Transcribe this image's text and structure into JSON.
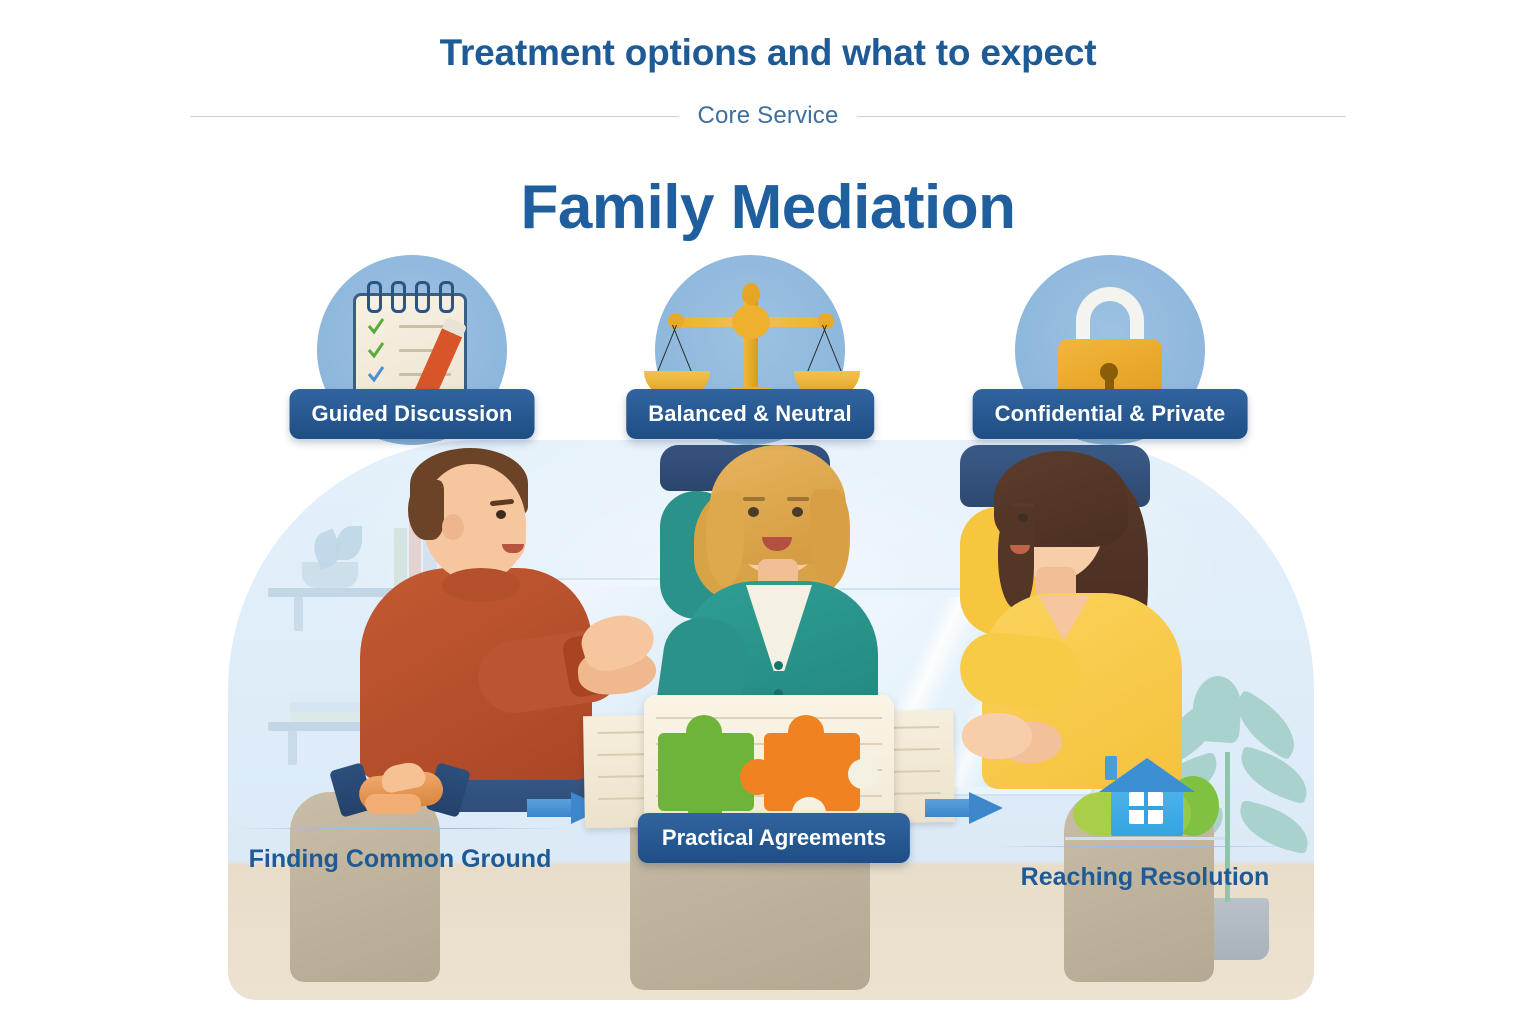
{
  "header": {
    "title": "Treatment options and what to expect",
    "subtitle": "Core Service"
  },
  "main": {
    "heading": "Family Mediation"
  },
  "features": [
    {
      "label": "Guided Discussion",
      "icon": "checklist-notepad-icon"
    },
    {
      "label": "Balanced & Neutral",
      "icon": "balance-scales-icon"
    },
    {
      "label": "Confidential & Private",
      "icon": "padlock-icon"
    }
  ],
  "scene": {
    "people": [
      {
        "role": "participant-left",
        "description": "man in rust sweater gesturing"
      },
      {
        "role": "mediator-center",
        "description": "woman in teal cardigan with notepad"
      },
      {
        "role": "participant-right",
        "description": "woman in yellow sweater"
      }
    ],
    "props": [
      "bookshelf",
      "potted-plant",
      "window",
      "armchairs"
    ]
  },
  "flow": {
    "steps": [
      {
        "label": "Finding Common Ground",
        "icon": "handshake-icon"
      },
      {
        "label": "Practical Agreements",
        "icon": "puzzle-pieces-document-icon"
      },
      {
        "label": "Reaching Resolution",
        "icon": "house-icon"
      }
    ],
    "arrows": 2
  },
  "colors": {
    "brand_blue": "#1e5a96",
    "badge_blue": "#2a5d9e",
    "arrow_blue": "#3f87cd",
    "icon_circle_blue": "#8fb8dd",
    "accent_gold": "#eeb02f",
    "puzzle_green": "#6fb43a",
    "puzzle_orange": "#f08220",
    "background": "#ffffff"
  }
}
